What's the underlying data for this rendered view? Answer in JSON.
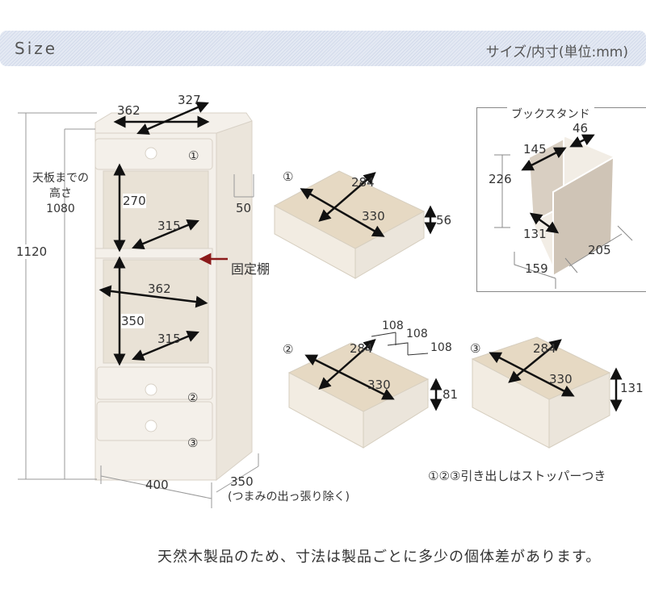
{
  "header": {
    "title": "Size",
    "subtitle": "サイズ/内寸(単位:mm)"
  },
  "cabinet": {
    "top_width": "362",
    "top_depth": "327",
    "drawer1_mark": "①",
    "height_to_top_lines": [
      "天板までの",
      "高さ",
      "1080"
    ],
    "total_height": "1120",
    "upper_shelf_height": "270",
    "upper_shelf_depth": "315",
    "handle_gap": "50",
    "fixed_shelf_label": "固定棚",
    "inner_width": "362",
    "lower_shelf_height": "350",
    "lower_shelf_depth": "315",
    "drawer2_mark": "②",
    "drawer3_mark": "③",
    "width": "400",
    "depth": "350",
    "depth_note": "(つまみの出っ張り除く)"
  },
  "drawer1": {
    "mark": "①",
    "width": "284",
    "depth": "330",
    "height": "56"
  },
  "drawer2": {
    "mark": "②",
    "width": "284",
    "depth": "330",
    "height": "81",
    "dividers": [
      "108",
      "108",
      "108"
    ]
  },
  "drawer3": {
    "mark": "③",
    "width": "284",
    "depth": "330",
    "height": "131"
  },
  "drawer_note": "①②③引き出しはストッパーつき",
  "bookstand": {
    "title": "ブックスタンド",
    "d46": "46",
    "d145": "145",
    "d226": "226",
    "d131": "131",
    "d205": "205",
    "d159": "159"
  },
  "colors": {
    "wood": "#f3eee6",
    "arrow": "#8b1a1a"
  },
  "footer": "天然木製品のため、寸法は製品ごとに多少の個体差があります。"
}
